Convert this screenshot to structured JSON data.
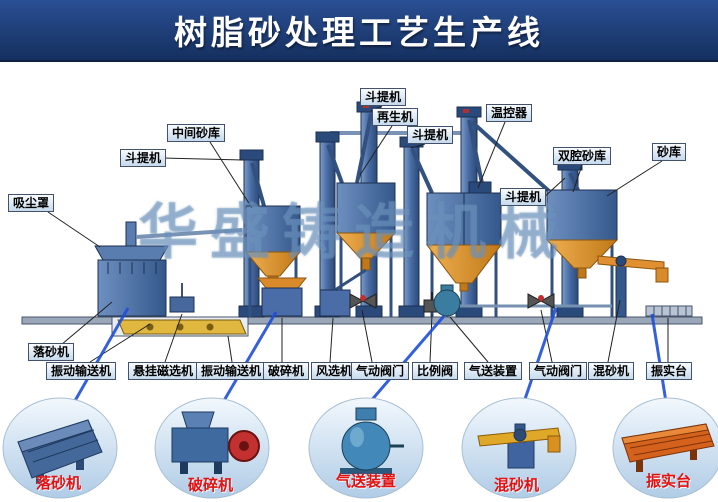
{
  "title": "树脂砂处理工艺生产线",
  "watermark": "华盛铸造机械",
  "labels": [
    {
      "text": "斗提机"
    },
    {
      "text": "再生机"
    },
    {
      "text": "温控器"
    },
    {
      "text": "中间砂库"
    },
    {
      "text": "斗提机"
    },
    {
      "text": "斗提机"
    },
    {
      "text": "双腔砂库"
    },
    {
      "text": "砂库"
    },
    {
      "text": "斗提机"
    },
    {
      "text": "吸尘罩"
    },
    {
      "text": "落砂机"
    },
    {
      "text": "振动输送机"
    },
    {
      "text": "悬挂磁选机"
    },
    {
      "text": "振动输送机"
    },
    {
      "text": "破碎机"
    },
    {
      "text": "风选机"
    },
    {
      "text": "气动阀门"
    },
    {
      "text": "比例阀"
    },
    {
      "text": "气送装置"
    },
    {
      "text": "气动阀门"
    },
    {
      "text": "混砂机"
    },
    {
      "text": "振实台"
    }
  ],
  "callouts": [
    {
      "label": "落砂机"
    },
    {
      "label": "破碎机"
    },
    {
      "label": "气送装置"
    },
    {
      "label": "混砂机"
    },
    {
      "label": "振实台"
    }
  ],
  "colors": {
    "header_bg_top": "#2a4f94",
    "header_bg_bottom": "#15305f",
    "equipment_blue": "#4a6da5",
    "equipment_dark": "#1c3050",
    "cone_orange": "#d98a2b",
    "connector_blue": "#1f4fd8",
    "callout_red": "#e31212",
    "watermark_blue": "#7498c4"
  }
}
